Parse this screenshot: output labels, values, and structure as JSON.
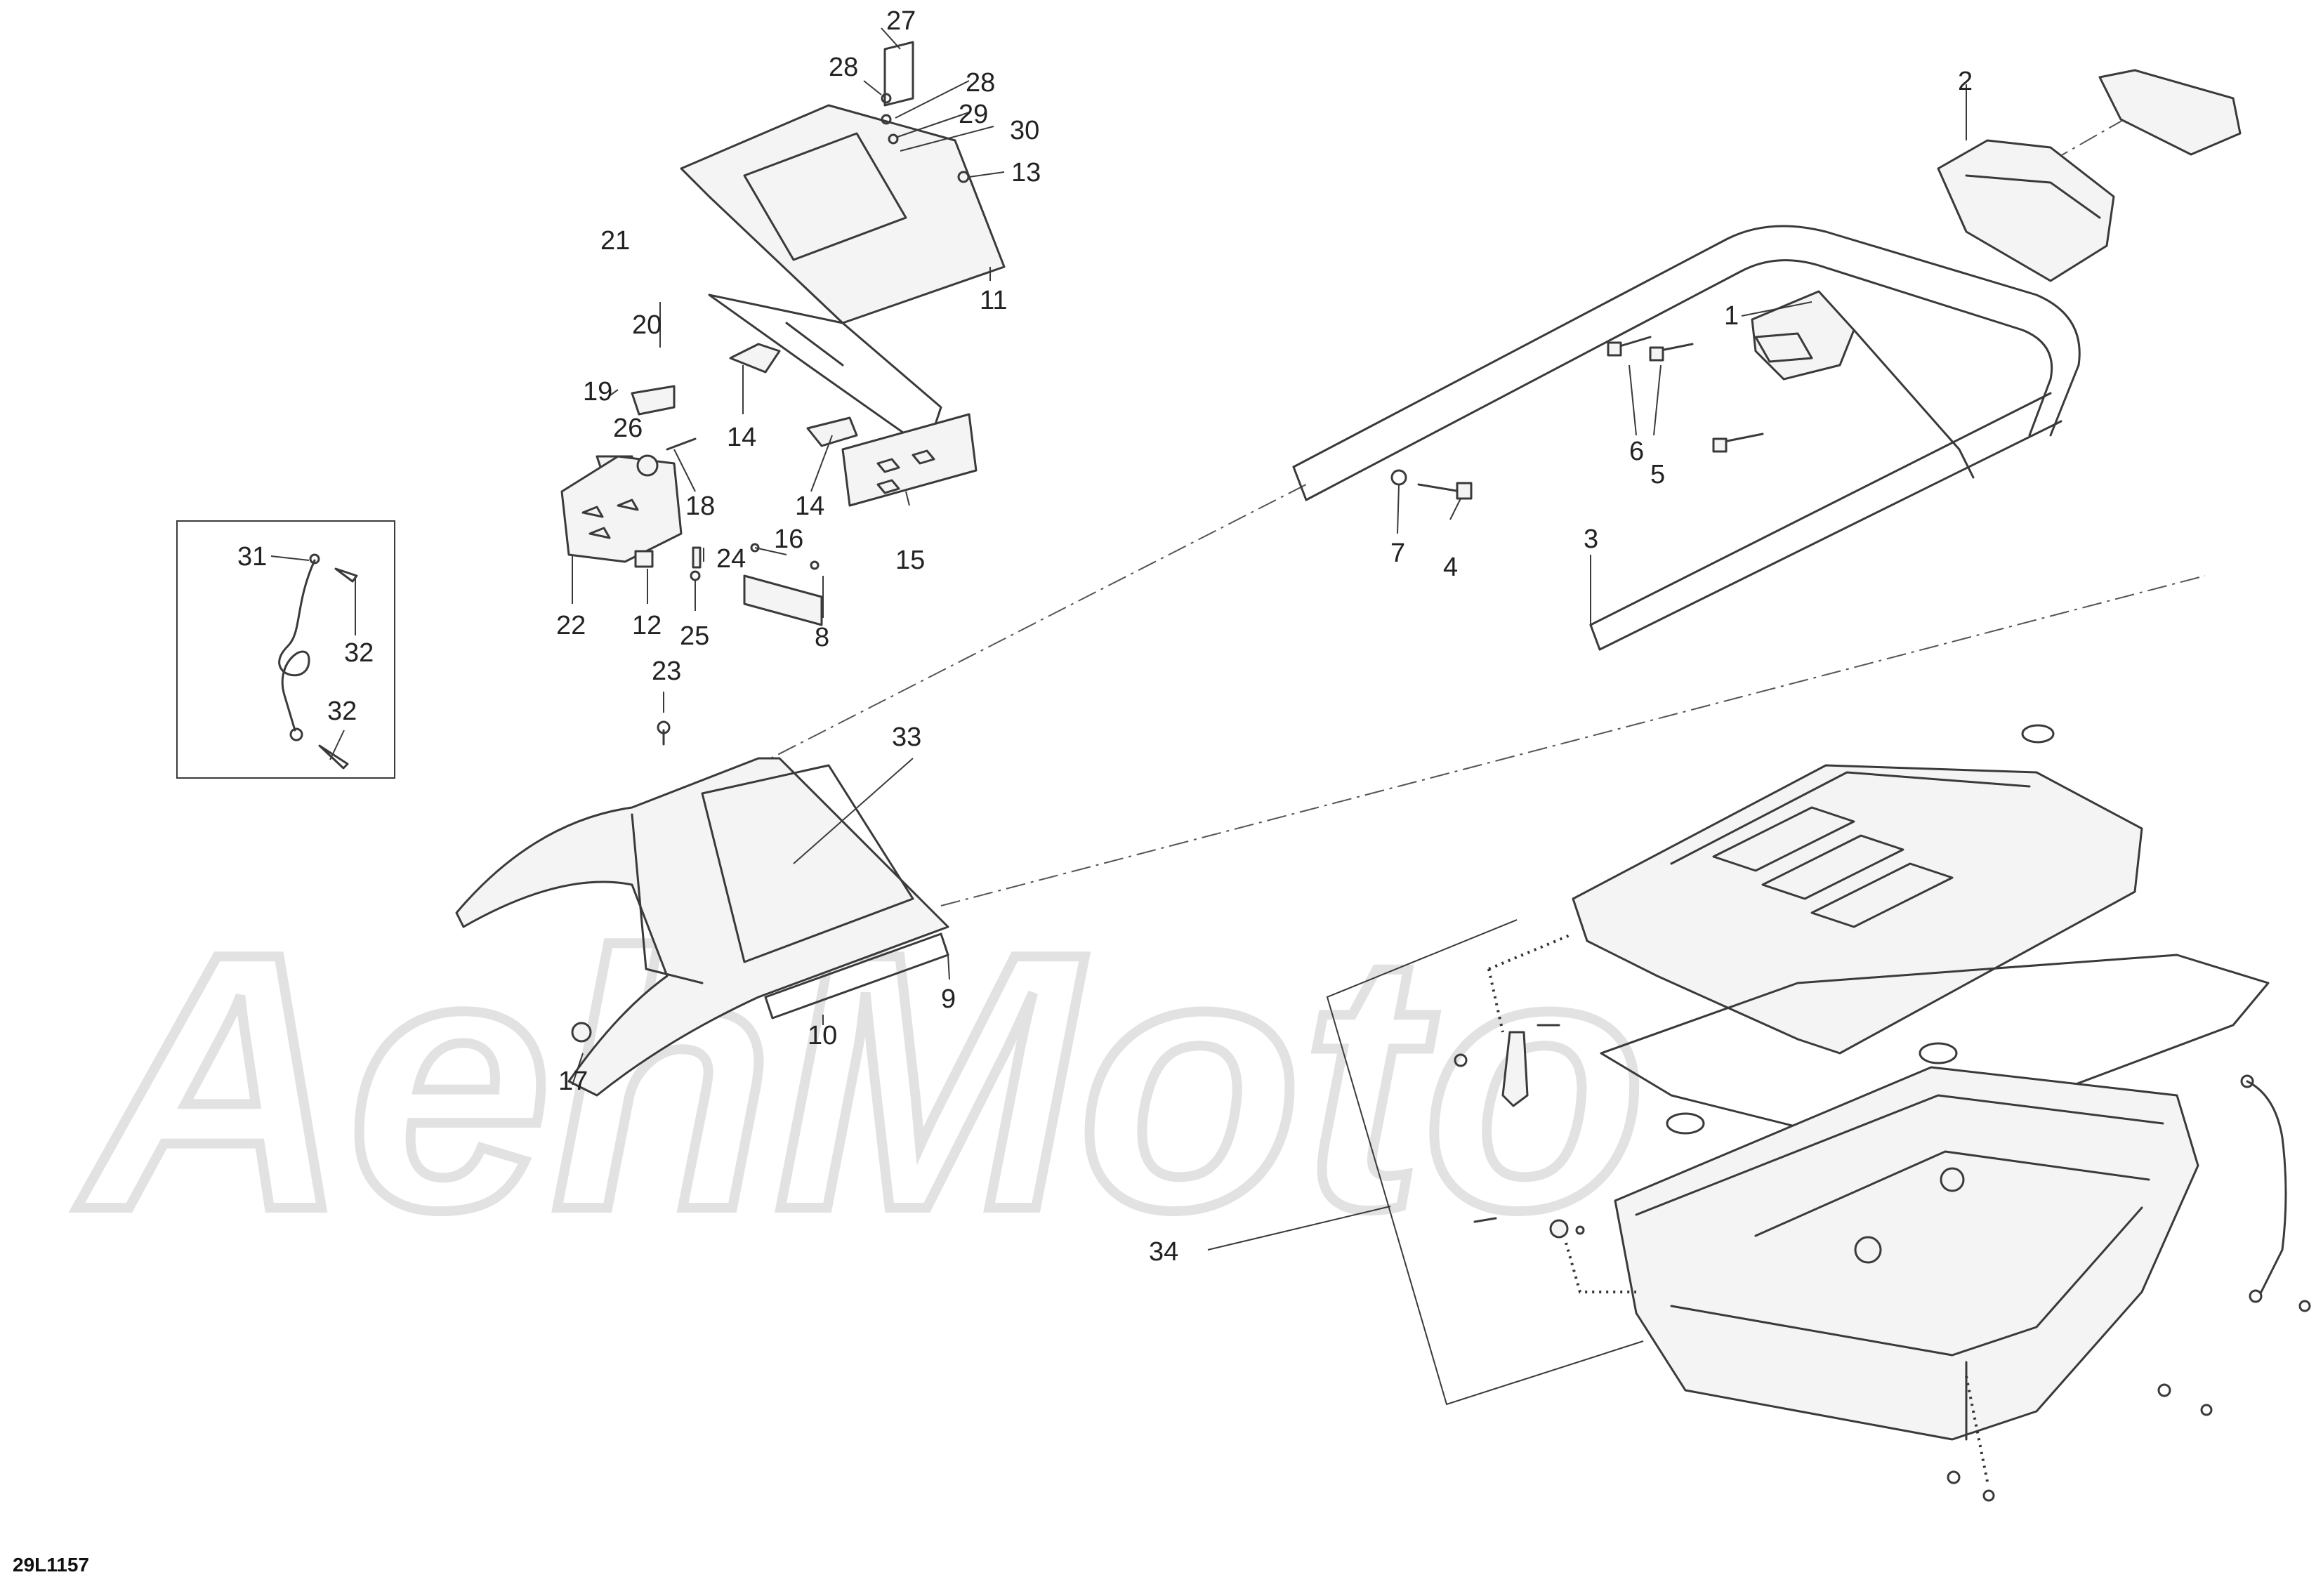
{
  "drawing_id": "29L1157",
  "watermark_text": "AehMoto",
  "callouts": {
    "c1": "1",
    "c2": "2",
    "c3": "3",
    "c4": "4",
    "c5": "5",
    "c6": "6",
    "c7": "7",
    "c8": "8",
    "c9": "9",
    "c10": "10",
    "c11": "11",
    "c12": "12",
    "c13": "13",
    "c14a": "14",
    "c14b": "14",
    "c15": "15",
    "c16": "16",
    "c17": "17",
    "c18": "18",
    "c19": "19",
    "c20": "20",
    "c21": "21",
    "c22": "22",
    "c23": "23",
    "c24": "24",
    "c25": "25",
    "c26": "26",
    "c27": "27",
    "c28a": "28",
    "c28b": "28",
    "c29": "29",
    "c30": "30",
    "c31": "31",
    "c32a": "32",
    "c32b": "32",
    "c33": "33",
    "c34": "34"
  }
}
